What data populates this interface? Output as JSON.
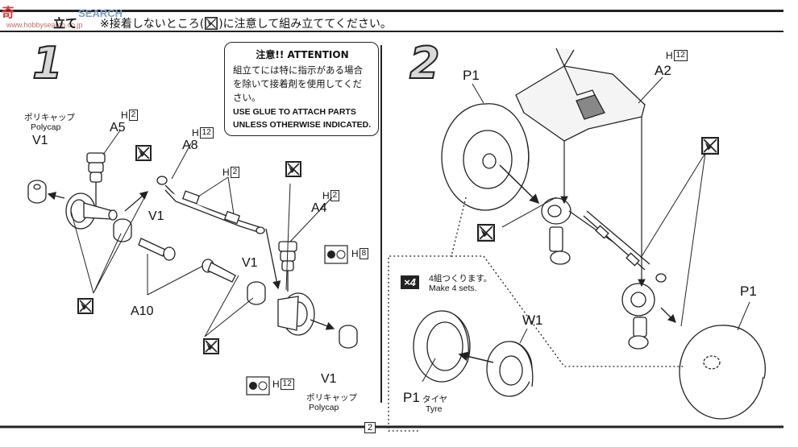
{
  "header": {
    "title": "立て",
    "note": "※接着しないところ(",
    "note_tail": ")に注意して組み立ててください。"
  },
  "watermark": {
    "brand": "SEARCH",
    "logo_text": "奇",
    "url": "www.hobbysearch.co.jp"
  },
  "step1": {
    "number": "1",
    "attention": {
      "head": "注意!! ATTENTION",
      "jp_lines": [
        "組立てには特に指示がある場合",
        "を除いて接着剤を使用してくだ",
        "さい。"
      ],
      "en_lines": [
        "USE GLUE TO ATTACH PARTS",
        "UNLESS OTHERWISE INDICATED."
      ]
    },
    "polycap_jp": "ポリキャップ",
    "polycap_en": "Polycap",
    "labels": {
      "v1": "V1",
      "a5": "A5",
      "a8": "A8",
      "a4": "A4",
      "a10": "A10"
    },
    "h_tags": {
      "h": "H",
      "n2": "2",
      "n12": "12",
      "n8": "8"
    }
  },
  "step2": {
    "number": "2",
    "labels": {
      "p1": "P1",
      "a2": "A2",
      "w1": "W1"
    },
    "h_tag": "12",
    "x4": "×4",
    "sets_jp": "4組つくります。",
    "sets_en": "Make 4 sets.",
    "tyre_jp": "タイヤ",
    "tyre_en": "Tyre"
  },
  "footer": {
    "page": "2"
  }
}
